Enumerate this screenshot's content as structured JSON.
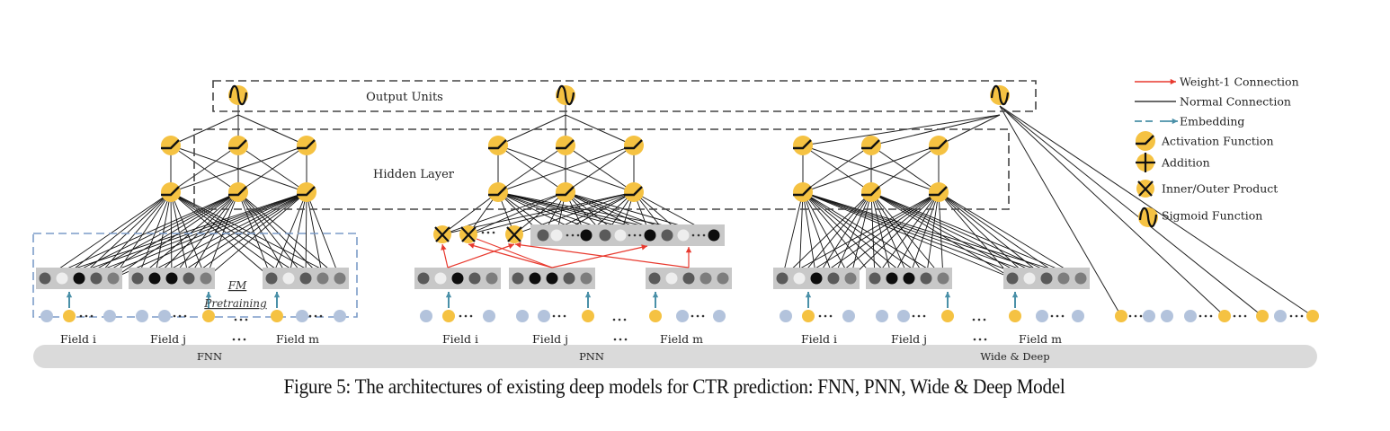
{
  "figure": {
    "caption": "Figure 5: The architectures of existing deep models for CTR prediction: FNN, PNN, Wide & Deep Model",
    "labels": {
      "output_units": "Output Units",
      "hidden_layer": "Hidden Layer",
      "fm_pretraining_line1": "FM",
      "fm_pretraining_line2": "Pretraining",
      "ellipsis": "..."
    },
    "models": [
      {
        "name": "FNN",
        "fields": [
          "Field i",
          "Field j",
          "...",
          "Field m"
        ]
      },
      {
        "name": "PNN",
        "fields": [
          "Field i",
          "Field j",
          "...",
          "Field m"
        ]
      },
      {
        "name": "Wide & Deep",
        "fields": [
          "Field i",
          "Field j",
          "...",
          "Field m"
        ]
      }
    ],
    "legend": [
      {
        "icon": "red-arrow-icon",
        "label": "Weight-1 Connection"
      },
      {
        "icon": "black-line-icon",
        "label": "Normal Connection"
      },
      {
        "icon": "dashed-teal-arrow-icon",
        "label": "Embedding"
      },
      {
        "icon": "activation-function-icon",
        "label": "Activation Function"
      },
      {
        "icon": "addition-icon",
        "label": "Addition"
      },
      {
        "icon": "product-icon",
        "label": "Inner/Outer Product"
      },
      {
        "icon": "sigmoid-icon",
        "label": "Sigmoid Function"
      }
    ],
    "colors": {
      "node_yellow": "#f5c242",
      "node_blue": "#b3c3dc",
      "embed_box": "#c8c8c8",
      "weight1": "#e8392e",
      "embedding_arrow": "#4a90a8",
      "fm_box": "#7c9cc8",
      "model_bar": "#dadada"
    }
  }
}
